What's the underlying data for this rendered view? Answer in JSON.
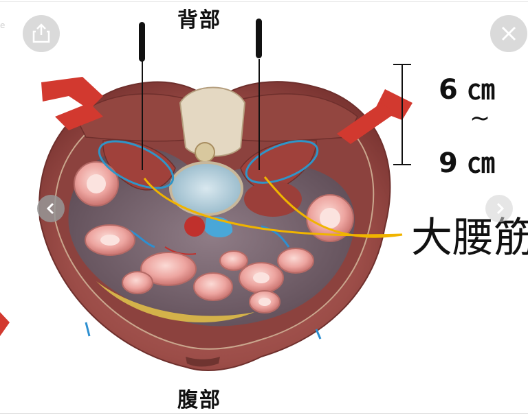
{
  "labels": {
    "back": "背部",
    "belly": "腹部",
    "depth_top": "6 ㎝",
    "depth_tilde": "~",
    "depth_bottom": "9 ㎝",
    "muscle": "大腰筋"
  },
  "viewer": {
    "share_icon": "share-icon",
    "close_icon": "close-icon",
    "prev_icon": "chevron-left-icon",
    "next_icon": "chevron-right-icon",
    "edge_text": "e"
  },
  "colors": {
    "highlight_ellipse": "#2f95c8",
    "muscle_line": "#f0b400",
    "muscle_red": "#8e3a32",
    "skin": "#b0615a"
  }
}
